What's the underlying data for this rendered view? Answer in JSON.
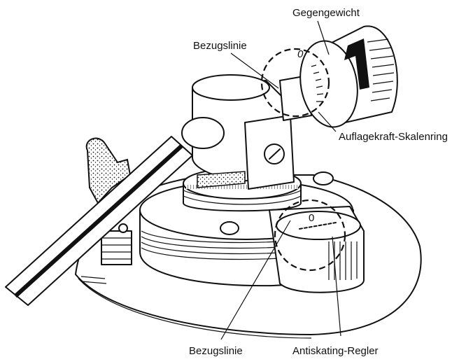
{
  "labels": {
    "counterweight": "Gegengewicht",
    "reference_line_top": "Bezugslinie",
    "tracking_force_ring": "Auflagekraft-Skalenring",
    "reference_line_bottom": "Bezugslinie",
    "antiskating_knob": "Antiskating-Regler"
  },
  "scale_marks": {
    "force_zero": "0",
    "antiskating_zero": "0"
  }
}
